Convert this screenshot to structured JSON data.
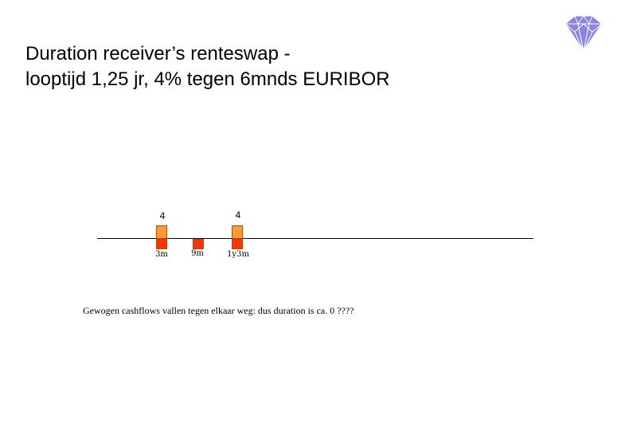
{
  "title": {
    "line1": "Duration receiver’s renteswap -",
    "line2": "looptijd 1,25 jr, 4% tegen 6mnds EURIBOR"
  },
  "logo": {
    "icon": "diamond-icon",
    "color": "#8a86e0"
  },
  "cashflows": {
    "inflows": [
      {
        "amount": "4",
        "period": "3m"
      },
      {
        "amount": "4",
        "period": "1y3m"
      }
    ],
    "outflows": [
      {
        "period": "3m"
      },
      {
        "period": "9m"
      },
      {
        "period": "1y3m"
      }
    ],
    "tick_labels": [
      "3m",
      "9m",
      "1y3m"
    ],
    "colors": {
      "inflow": "#ff9933",
      "outflow": "#ff3300"
    }
  },
  "note": "Gewogen cashflows vallen tegen elkaar weg: dus duration is ca. 0 ????"
}
